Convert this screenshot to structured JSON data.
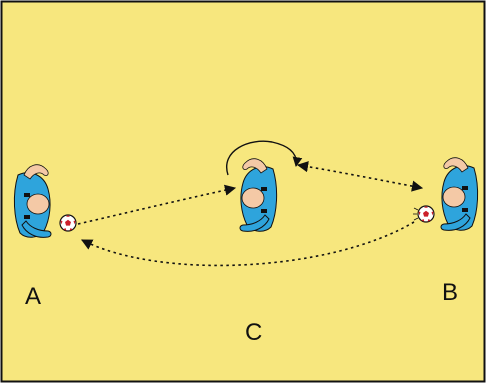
{
  "diagram": {
    "colors": {
      "field": "#f7e77e",
      "border": "#111111",
      "shirt": "#2ea4dc",
      "skin": "#f4c9a6",
      "ball_panel": "#cc1f2a",
      "line": "#111111"
    },
    "players": [
      {
        "label": "A",
        "facing": "right",
        "has_ball": true
      },
      {
        "label": "C",
        "facing": "left",
        "has_ball": false
      },
      {
        "label": "B",
        "facing": "left",
        "has_ball": true
      }
    ],
    "paths": [
      {
        "kind": "pass",
        "from": "A",
        "to": "C",
        "style": "dotted"
      },
      {
        "kind": "turn",
        "player": "C",
        "style": "solid"
      },
      {
        "kind": "run",
        "from": "C",
        "to": "B",
        "style": "dotted"
      },
      {
        "kind": "pass",
        "from": "B",
        "to": "A",
        "style": "dotted"
      }
    ]
  }
}
